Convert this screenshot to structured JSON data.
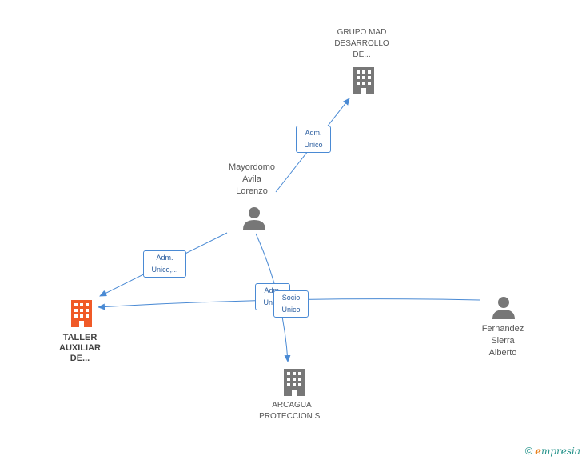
{
  "nodes": {
    "grupo_mad": {
      "label": "GRUPO MAD\nDESARROLLO\nDE..."
    },
    "mayordomo": {
      "label": "Mayordomo\nAvila\nLorenzo"
    },
    "taller": {
      "label": "TALLER\nAUXILIAR\nDE..."
    },
    "fernandez": {
      "label": "Fernandez\nSierra\nAlberto"
    },
    "arcagua": {
      "label": "ARCAGUA\nPROTECCION SL"
    }
  },
  "edges": {
    "mayordomo_grupo": {
      "label": "Adm.\nUnico"
    },
    "mayordomo_taller": {
      "label": "Adm.\nUnico,..."
    },
    "mayordomo_arcagua": {
      "label": "Adm.\nUnico"
    },
    "fernandez_socio": {
      "label": "Socio\nÚnico"
    }
  },
  "footer": {
    "copyright": "©",
    "brand_e": "e",
    "brand_rest": "mpresia"
  },
  "colors": {
    "edge": "#4a8ad4",
    "node_gray": "#777777",
    "node_main": "#f05a28"
  }
}
